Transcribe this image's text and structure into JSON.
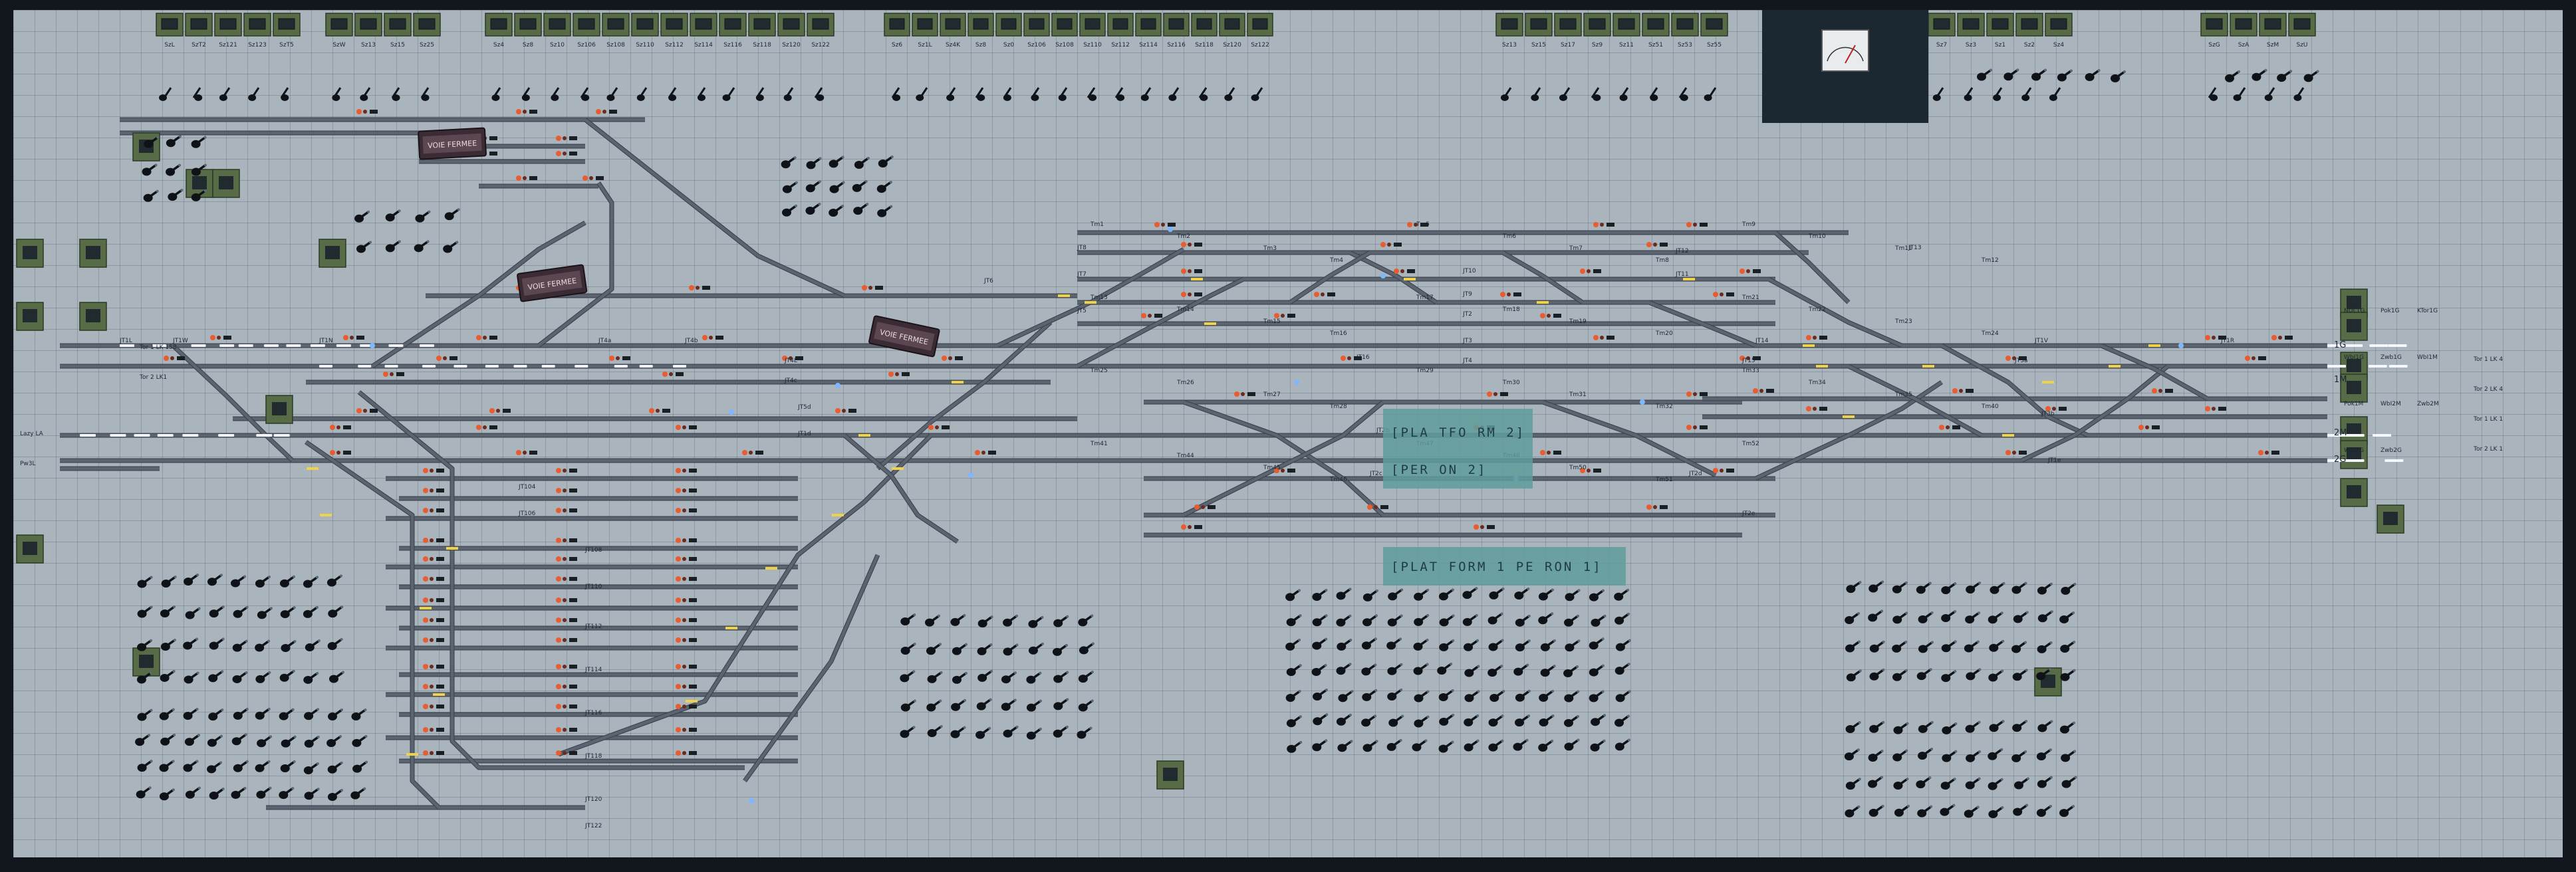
{
  "title": "",
  "colors": {
    "frame": "#12171d",
    "board": "#a9b4bd",
    "track": "#5b6470",
    "track_shadow": "#3f4650",
    "lamp_red": "#e85c2f",
    "lamp_white": "#f4f7fb",
    "lamp_yellow": "#f0d24a",
    "lamp_blue": "#7fb7ff",
    "panel_green": "#566b46",
    "panel_dark": "#1b2731",
    "zone_fill": "#5f9c9b"
  },
  "top_panels": {
    "group_a": [
      "SzL",
      "SzT2",
      "Sz121",
      "Sz123",
      "SzT5"
    ],
    "group_b": [
      "SzW",
      "Sz13",
      "Sz15",
      "Sz25"
    ],
    "group_c": [
      "Sz4",
      "Sz8",
      "Sz10",
      "Sz106",
      "Sz108",
      "Sz110",
      "Sz112",
      "Sz114",
      "Sz116",
      "Sz118",
      "Sz120",
      "Sz122"
    ],
    "group_d": [
      "Sz6",
      "Sz1L",
      "Sz4K",
      "Sz8",
      "Sz0",
      "Sz106",
      "Sz108",
      "Sz110",
      "Sz112",
      "Sz114",
      "Sz116",
      "Sz118",
      "Sz120",
      "Sz122"
    ],
    "group_e": [
      "Sz13",
      "Sz15",
      "Sz17",
      "Sz9",
      "Sz11",
      "Sz51",
      "Sz53",
      "Sz55"
    ],
    "group_f": [
      "Sz7",
      "Sz3",
      "Sz1",
      "Sz2",
      "Sz4"
    ],
    "group_g": [
      "SzG",
      "SzA",
      "SzM",
      "SzU"
    ]
  },
  "gauge_icon": "ammeter-gauge-icon",
  "placards": [
    "VOIE FERMEE",
    "VOIE FERMEE",
    "VOIE FERMEE"
  ],
  "zones": [
    {
      "line1": "[PLA  TFO  RM 2]",
      "line2": "[PER  ON   2]"
    },
    {
      "line1": "[PLAT  FORM  1 PE  RON   1]"
    }
  ],
  "track_labels": [
    "JT1L",
    "JT1W",
    "JT1R",
    "JT1V",
    "JT1N",
    "JT4a",
    "JT4b",
    "JT4L",
    "JT5",
    "JT6",
    "JT7",
    "JT2",
    "JT3",
    "JT4",
    "JT8",
    "JT9",
    "JT10",
    "JT11",
    "JT12",
    "JT13",
    "JT14",
    "JT15",
    "JT16",
    "JT1d",
    "JT2b",
    "JT2c",
    "JT2d",
    "JT2e",
    "JT3a",
    "JT3b",
    "JT4c",
    "JT5d",
    "JT104",
    "JT106",
    "JT108",
    "JT110",
    "JT112",
    "JT114",
    "JT116",
    "JT118",
    "JT120",
    "JT122",
    "JT1e"
  ],
  "signal_labels": [
    "Tm1",
    "Tm2",
    "Tm3",
    "Tm4",
    "Tm5",
    "Tm6",
    "Tm7",
    "Tm8",
    "Tm9",
    "Tm10",
    "Tm11",
    "Tm12",
    "Tm13",
    "Tm14",
    "Tm15",
    "Tm16",
    "Tm17",
    "Tm18",
    "Tm19",
    "Tm20",
    "Tm21",
    "Tm22",
    "Tm23",
    "Tm24",
    "Tm25",
    "Tm26",
    "Tm27",
    "Tm28",
    "Tm29",
    "Tm30",
    "Tm31",
    "Tm32",
    "Tm33",
    "Tm34",
    "Tm35",
    "Tm40",
    "Tm41",
    "Tm44",
    "Tm45",
    "Tm46",
    "Tm47",
    "Tm48",
    "Tm50",
    "Tm51",
    "Tm52"
  ],
  "endpoints_left": [
    "Lazy LA",
    "Pw3L",
    "Tor 1 LK 158",
    "Tor 2 LK1"
  ],
  "endpoints_right": [
    "Tor 1 LK 4",
    "Tor 2 LK 4",
    "Tor 1 LK 1",
    "Tor 2 LK 1"
  ],
  "right_platform_codes": [
    "1G",
    "1M",
    "2M",
    "2G"
  ],
  "right_column_labels": [
    "NDL1G",
    "Pok1G",
    "KTor1G",
    "WbI1G",
    "Zwb1G",
    "WbI1M",
    "Pok1M",
    "WbI2M",
    "Zwb2M",
    "WbI2G",
    "Zwb2G"
  ]
}
